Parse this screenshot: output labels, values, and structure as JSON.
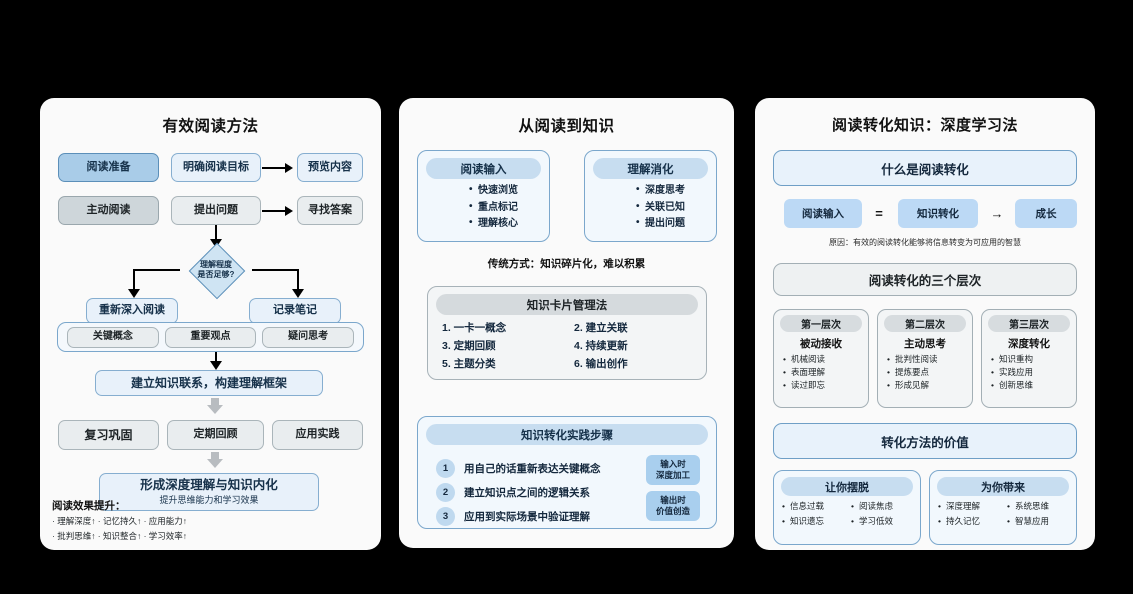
{
  "panel1": {
    "title": "有效阅读方法",
    "row1": [
      "阅读准备",
      "明确阅读目标",
      "预览内容"
    ],
    "row2": [
      "主动阅读",
      "提出问题",
      "寻找答案"
    ],
    "decision": {
      "line1": "理解程度",
      "line2": "是否足够?"
    },
    "branches": [
      "重新深入阅读",
      "记录笔记"
    ],
    "note_group": [
      "关键概念",
      "重要观点",
      "疑问思考"
    ],
    "link_box": "建立知识联系，构建理解框架",
    "review_row": [
      "复习巩固",
      "定期回顾",
      "应用实践"
    ],
    "final": {
      "main": "形成深度理解与知识内化",
      "sub": "提升思维能力和学习效果"
    },
    "effect_title": "阅读效果提升：",
    "effect_lines": [
      "· 理解深度↑ · 记忆持久↑ · 应用能力↑",
      "· 批判思维↑ · 知识整合↑ · 学习效率↑"
    ]
  },
  "panel2": {
    "title": "从阅读到知识",
    "cards": [
      {
        "head": "阅读输入",
        "items": [
          "快速浏览",
          "重点标记",
          "理解核心"
        ]
      },
      {
        "head": "理解消化",
        "items": [
          "深度思考",
          "关联已知",
          "提出问题"
        ]
      }
    ],
    "note": "传统方式：知识碎片化，难以积累",
    "method": {
      "head": "知识卡片管理法",
      "items": [
        "1. 一卡一概念",
        "2. 建立关联",
        "3. 定期回顾",
        "4. 持续更新",
        "5. 主题分类",
        "6. 输出创作"
      ]
    },
    "practice": {
      "head": "知识转化实践步骤",
      "steps": [
        {
          "num": "1",
          "text": "用自己的话重新表达关键概念"
        },
        {
          "num": "2",
          "text": "建立知识点之间的逻辑关系"
        },
        {
          "num": "3",
          "text": "应用到实际场景中验证理解"
        }
      ],
      "badges": [
        {
          "line1": "输入时",
          "line2": "深度加工"
        },
        {
          "line1": "输出时",
          "line2": "价值创造"
        }
      ]
    }
  },
  "panel3": {
    "title": "阅读转化知识：深度学习法",
    "band_what": "什么是阅读转化",
    "equation": {
      "a": "阅读输入",
      "op1": "=",
      "b": "知识转化",
      "op2": "→",
      "c": "成长"
    },
    "cause": "原因：有效的阅读转化能够将信息转变为可应用的智慧",
    "band_levels": "阅读转化的三个层次",
    "levels": [
      {
        "head": "第一层次",
        "sub": "被动接收",
        "items": [
          "机械阅读",
          "表面理解",
          "读过即忘"
        ]
      },
      {
        "head": "第二层次",
        "sub": "主动思考",
        "items": [
          "批判性阅读",
          "提炼要点",
          "形成见解"
        ]
      },
      {
        "head": "第三层次",
        "sub": "深度转化",
        "items": [
          "知识重构",
          "实践应用",
          "创新思维"
        ]
      }
    ],
    "band_value": "转化方法的价值",
    "value_boxes": [
      {
        "head": "让你摆脱",
        "items": [
          "信息过载",
          "阅读焦虑",
          "知识遗忘",
          "学习低效"
        ]
      },
      {
        "head": "为你带来",
        "items": [
          "深度理解",
          "系统思维",
          "持久记忆",
          "智慧应用"
        ]
      }
    ]
  },
  "colors": {
    "background": "#000000",
    "panel": "#fafafa",
    "accent_blue": "#a9cce8",
    "accent_border": "#5b8fb9",
    "grey_node": "#ced6da"
  }
}
